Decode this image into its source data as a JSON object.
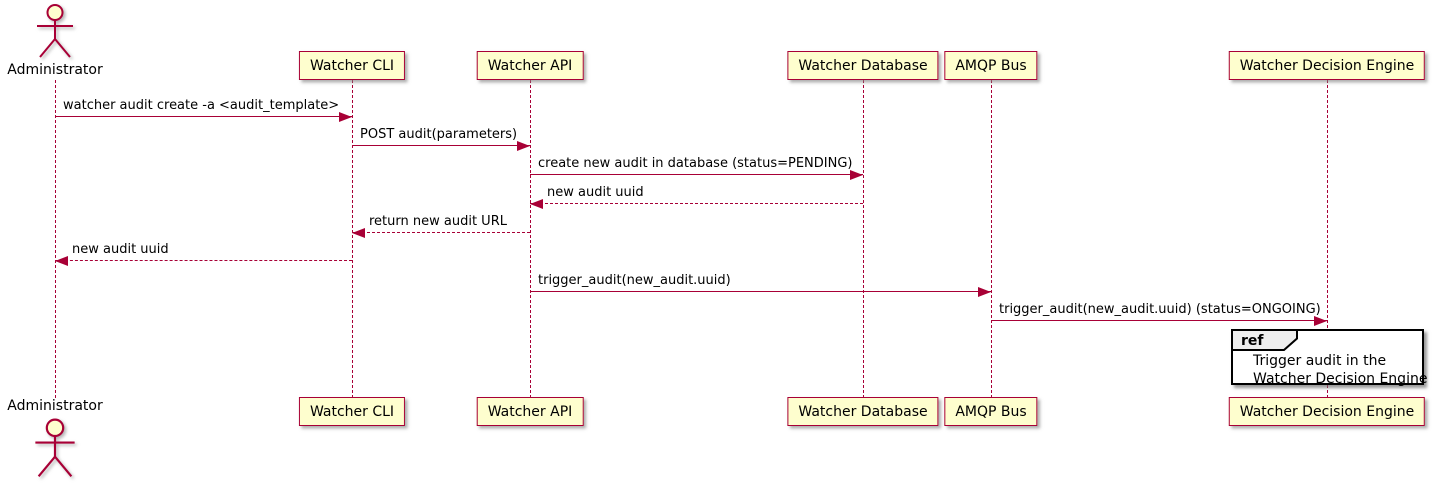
{
  "colors": {
    "line": "#A80036",
    "participant_fill": "#FEFECE",
    "text": "#000000",
    "ref_tag_fill": "#EEEEEE",
    "ref_border": "#000000",
    "background": "#FFFFFF"
  },
  "actor": {
    "name": "Administrator"
  },
  "participants": [
    {
      "name": "Watcher CLI"
    },
    {
      "name": "Watcher API"
    },
    {
      "name": "Watcher Database"
    },
    {
      "name": "AMQP Bus"
    },
    {
      "name": "Watcher Decision Engine"
    }
  ],
  "messages": [
    {
      "from": "Administrator",
      "to": "Watcher CLI",
      "text": "watcher audit create -a <audit_template>",
      "line": "solid",
      "direction": "right"
    },
    {
      "from": "Watcher CLI",
      "to": "Watcher API",
      "text": "POST audit(parameters)",
      "line": "solid",
      "direction": "right"
    },
    {
      "from": "Watcher API",
      "to": "Watcher Database",
      "text": "create new audit in database (status=PENDING)",
      "line": "solid",
      "direction": "right"
    },
    {
      "from": "Watcher Database",
      "to": "Watcher API",
      "text": "new audit uuid",
      "line": "dotted",
      "direction": "left"
    },
    {
      "from": "Watcher API",
      "to": "Watcher CLI",
      "text": "return new audit URL",
      "line": "dotted",
      "direction": "left"
    },
    {
      "from": "Watcher CLI",
      "to": "Administrator",
      "text": "new audit uuid",
      "line": "dotted",
      "direction": "left"
    },
    {
      "from": "Watcher API",
      "to": "AMQP Bus",
      "text": "trigger_audit(new_audit.uuid)",
      "line": "solid",
      "direction": "right"
    },
    {
      "from": "AMQP Bus",
      "to": "Watcher Decision Engine",
      "text": "trigger_audit(new_audit.uuid) (status=ONGOING)",
      "line": "solid",
      "direction": "right"
    }
  ],
  "ref": {
    "tag": "ref",
    "line1": "Trigger audit in the",
    "line2": "Watcher Decision Engine",
    "over": "Watcher Decision Engine"
  }
}
